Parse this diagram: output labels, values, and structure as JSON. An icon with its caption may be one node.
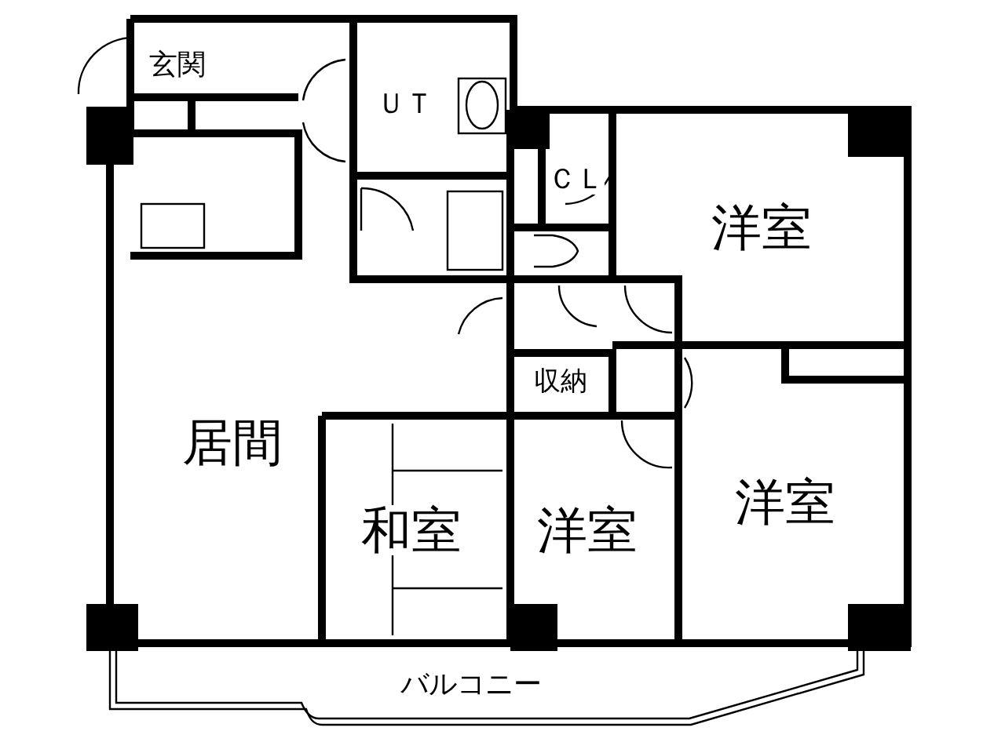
{
  "diagram": {
    "nodes": [
      {
        "text": [
          "玄関"
        ]
      },
      {
        "text": [
          "ＵＴ"
        ]
      },
      {
        "text": [
          "ＣＬ"
        ]
      },
      {
        "text": [
          "洋室"
        ]
      },
      {
        "text": [
          "収納"
        ]
      },
      {
        "text": [
          "居間"
        ]
      },
      {
        "text": [
          "和室"
        ]
      },
      {
        "text": [
          "洋室"
        ]
      },
      {
        "text": [
          "洋室"
        ]
      },
      {
        "text": [
          "バルコニー"
        ]
      }
    ]
  }
}
